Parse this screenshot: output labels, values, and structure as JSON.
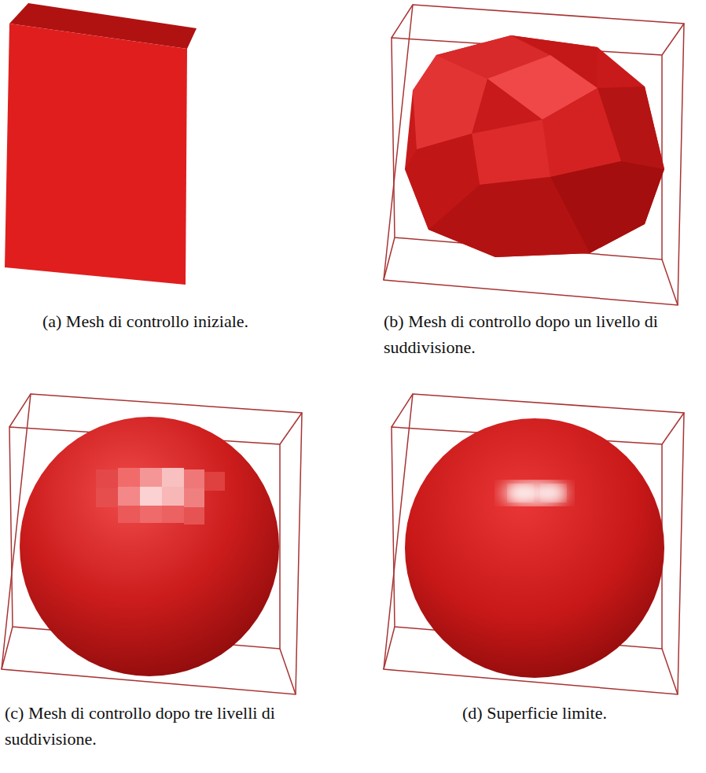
{
  "diagram": {
    "labels": [
      "(a) Mesh di controllo iniziale.",
      "(b) Mesh di controllo dopo un livello di suddivisione.",
      "(c) Mesh di controllo dopo tre livelli di suddivisione.",
      "(d) Superficie limite."
    ]
  }
}
